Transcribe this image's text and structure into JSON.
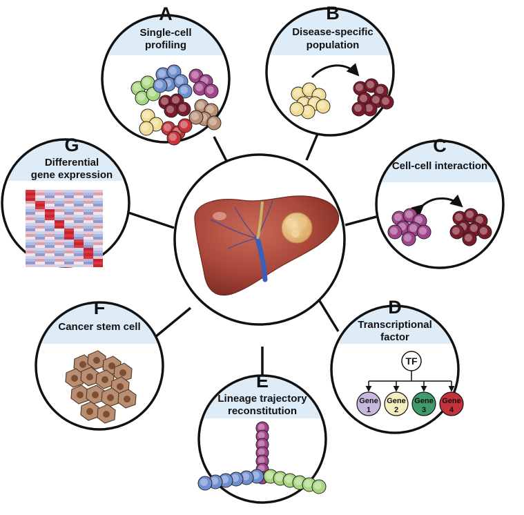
{
  "colors": {
    "header_band": "#deecf8",
    "liver": "#a8473a",
    "green_cell": "#a8d67e",
    "blue_cell": "#6d8fcf",
    "purple_cell": "#a2448c",
    "yellow_cell": "#f1dc94",
    "dark_red_cell": "#7a1a2a",
    "red_cell": "#c8343a",
    "brown_cell": "#b88f72"
  },
  "panels": [
    {
      "key": "A",
      "letter": "A",
      "title_lines": [
        "Single-cell",
        "profiling"
      ],
      "icon": "mixed-cell-cluster"
    },
    {
      "key": "B",
      "letter": "B",
      "title_lines": [
        "Disease-specific",
        "population"
      ],
      "icon": "cell-transition"
    },
    {
      "key": "C",
      "letter": "C",
      "title_lines": [
        "Cell-cell interaction"
      ],
      "icon": "cell-interaction"
    },
    {
      "key": "D",
      "letter": "D",
      "title_lines": [
        "Transcriptional",
        "factor"
      ],
      "icon": "tf-tree"
    },
    {
      "key": "E",
      "letter": "E",
      "title_lines": [
        "Lineage trajectory",
        "reconstitution"
      ],
      "icon": "trajectory"
    },
    {
      "key": "F",
      "letter": "F",
      "title_lines": [
        "Cancer stem cell"
      ],
      "icon": "stem-cell-cluster"
    },
    {
      "key": "G",
      "letter": "G",
      "title_lines": [
        "Differential",
        "gene expression"
      ],
      "icon": "heatmap"
    }
  ],
  "center": {
    "icon": "liver-with-tumor"
  },
  "tf_tree": {
    "root": "TF",
    "genes": [
      {
        "name": "Gene",
        "num": "1",
        "color": "#c6b9dd"
      },
      {
        "name": "Gene",
        "num": "2",
        "color": "#f4edbe"
      },
      {
        "name": "Gene",
        "num": "3",
        "color": "#3f9b6b"
      },
      {
        "name": "Gene",
        "num": "4",
        "color": "#c3323a"
      }
    ]
  }
}
